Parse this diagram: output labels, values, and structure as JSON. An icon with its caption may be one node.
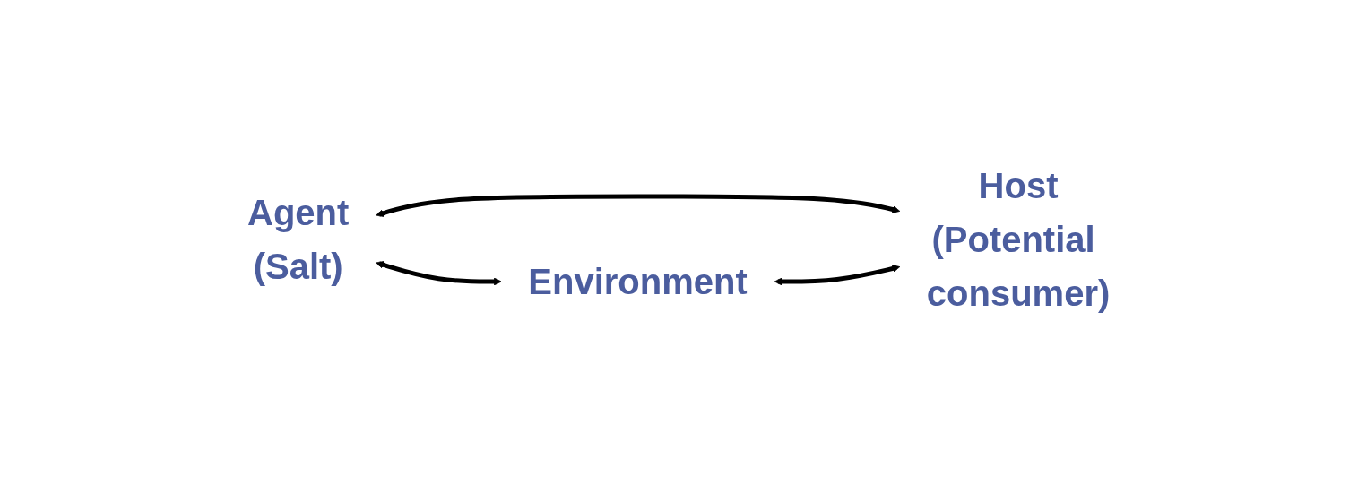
{
  "diagram": {
    "nodes": [
      {
        "text": [
          "Agent",
          "(Salt)"
        ]
      },
      {
        "text": [
          "Environment"
        ]
      },
      {
        "text": [
          "Host",
          "(Potential consumer)"
        ]
      }
    ],
    "edges": [
      {
        "from": 0,
        "to": 1,
        "arrow": "both"
      },
      {
        "from": 0,
        "to": 2,
        "arrow": "both"
      },
      {
        "from": 1,
        "to": 2,
        "arrow": "both"
      }
    ]
  }
}
